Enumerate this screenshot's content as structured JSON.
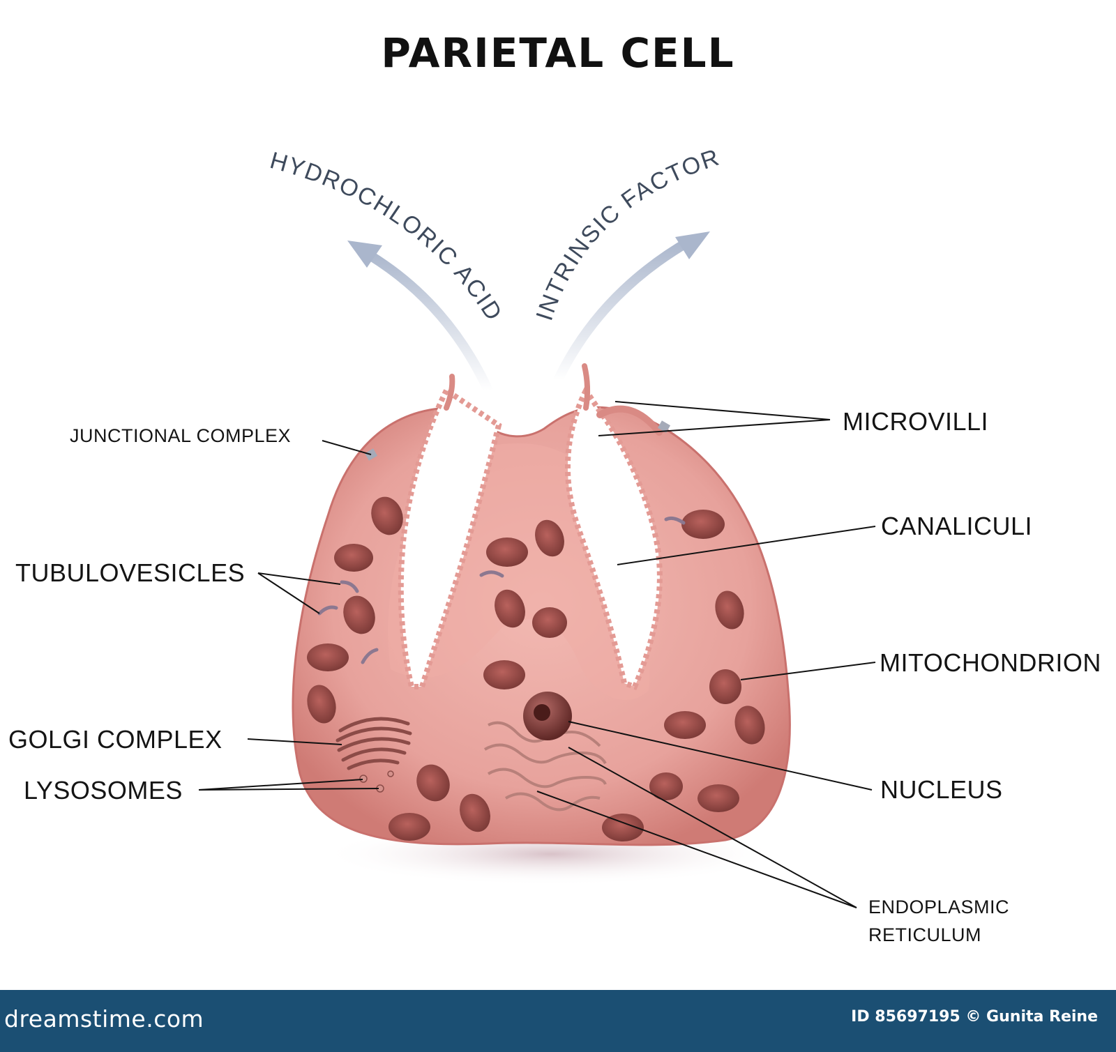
{
  "title": "PARIETAL CELL",
  "flows": {
    "left": "HYDROCHLORIC ACID",
    "right": "INTRINSIC FACTOR"
  },
  "labels": {
    "junctional_complex": "JUNCTIONAL COMPLEX",
    "tubulovesicles": "TUBULOVESICLES",
    "golgi_complex": "GOLGI COMPLEX",
    "lysosomes": "LYSOSOMES",
    "microvilli": "MICROVILLI",
    "canaliculi": "CANALICULI",
    "mitochondrion": "MITOCHONDRION",
    "nucleus": "NUCLEUS",
    "endoplasmic_line1": "ENDOPLASMIC",
    "endoplasmic_line2": "RETICULUM"
  },
  "footer": {
    "brand": "dreamstime.com",
    "credit": "ID 85697195 © Gunita Reine"
  },
  "colors": {
    "cell_fill": "#e7a29c",
    "cell_edge": "#c9716d",
    "mitochondria": "#9a4e4a",
    "arrow": "#b9c3d6",
    "arrow_text": "#3e4a5c",
    "footer_bg": "#1b4f73"
  }
}
